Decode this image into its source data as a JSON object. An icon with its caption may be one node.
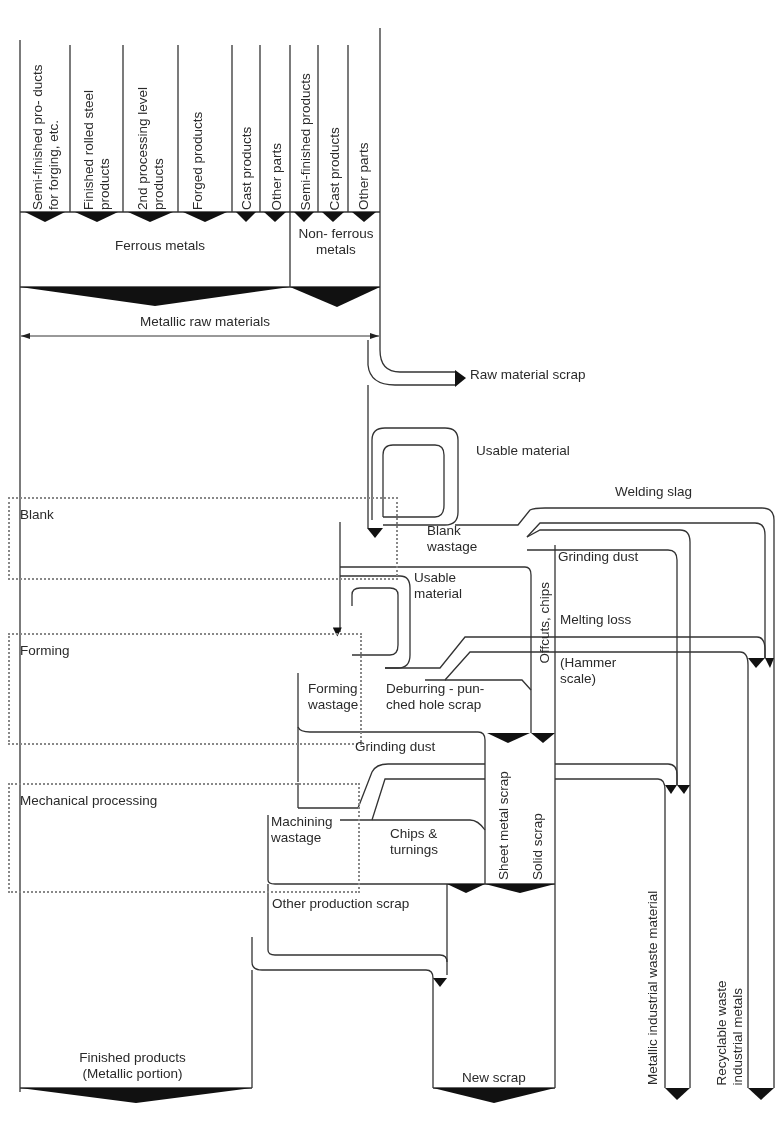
{
  "diagram": {
    "nodes": [
      {
        "text": [
          "Blank"
        ]
      },
      {
        "text": [
          "Forming"
        ]
      },
      {
        "text": [
          "Mechanical processing"
        ]
      }
    ],
    "edges": [
      {
        "from": 0,
        "to": 1,
        "arrow": "to"
      },
      {
        "from": 1,
        "to": 2,
        "arrow": "none"
      }
    ],
    "labels": [
      "Semi-finished pro- ducts for forging, etc.",
      "Finished rolled steel products",
      "2nd processing level products",
      "Forged products",
      "Cast products",
      "Other parts",
      "Semi-finished products",
      "Cast products",
      "Other parts",
      "Ferrous metals",
      "Non- ferrous metals",
      "Metallic raw materials",
      "Raw material scrap",
      "Usable material",
      "Welding slag",
      "Blank wastage",
      "Grinding dust",
      "Usable material",
      "Offcuts, chips",
      "Melting loss",
      "(Hammer scale)",
      "Forming wastage",
      "Deburring - pun- ched hole scrap",
      "Grinding dust",
      "Machining wastage",
      "Chips & turnings",
      "Sheet metal scrap",
      "Solid scrap",
      "Metallic industrial waste material",
      "Recyclable waste industrial metals",
      "Other production scrap",
      "New scrap",
      "Finished products (Metallic portion)"
    ]
  }
}
